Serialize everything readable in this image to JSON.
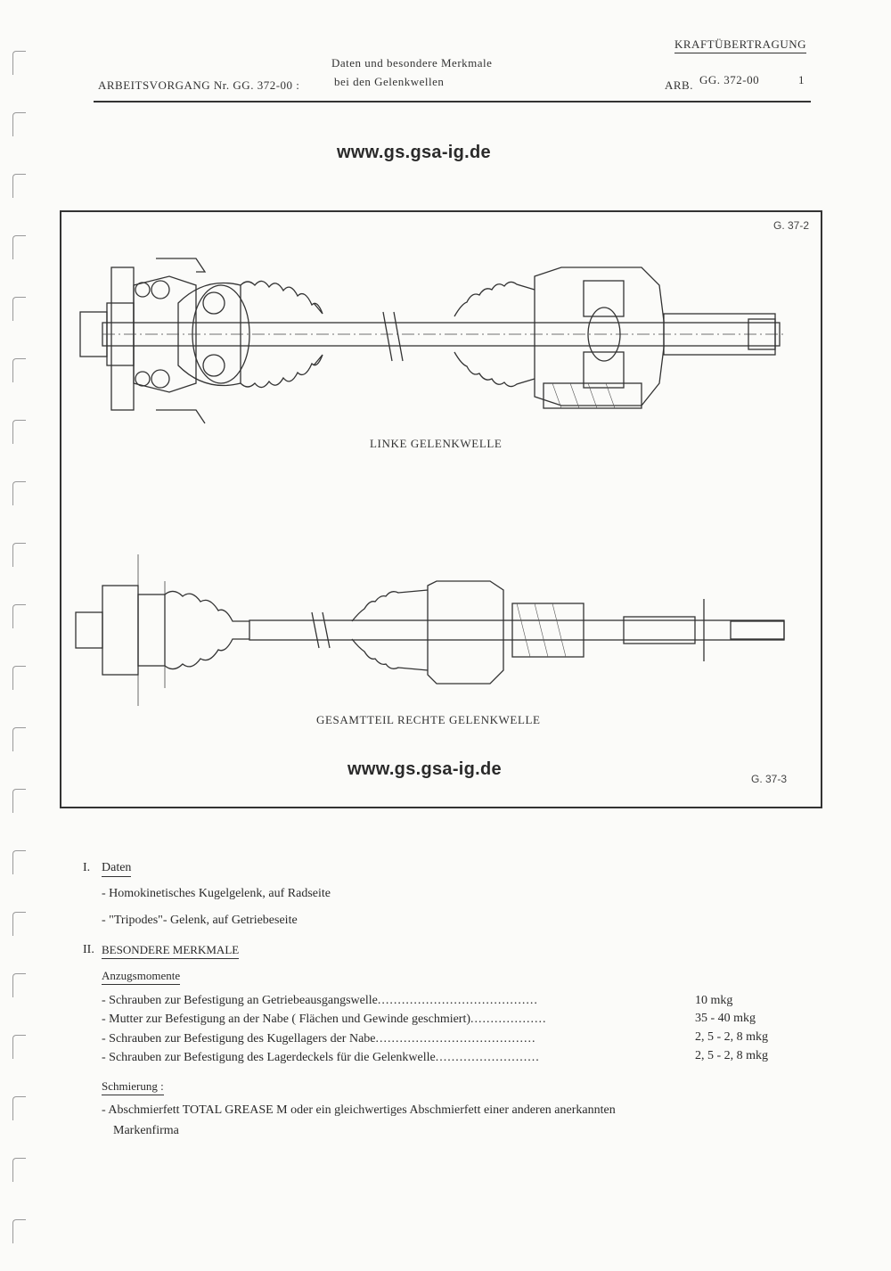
{
  "header": {
    "category": "KRAFTÜBERTRAGUNG",
    "title_line1": "Daten und besondere Merkmale",
    "title_line2": "bei den Gelenkwellen",
    "op_label": "ARBEITSVORGANG Nr. GG. 372-00 :",
    "arb_label": "ARB.",
    "arb_code": "GG. 372-00",
    "page_no": "1"
  },
  "watermark_top": "www.gs.gsa-ig.de",
  "watermark_bottom": "www.gs.gsa-ig.de",
  "figure": {
    "ref_top": "G. 37-2",
    "caption_top": "LINKE GELENKWELLE",
    "caption_bottom": "GESAMTTEIL RECHTE GELENKWELLE",
    "ref_bottom": "G. 37-3"
  },
  "section1": {
    "heading_num": "I.",
    "heading": "Daten",
    "items": [
      "- Homokinetisches Kugelgelenk, auf Radseite",
      "- \"Tripodes\"- Gelenk, auf Getriebeseite"
    ]
  },
  "section2": {
    "heading_num": "II.",
    "heading": "BESONDERE MERKMALE",
    "sub1": "Anzugsmomente",
    "torques": [
      {
        "label": "- Schrauben zur Befestigung an Getriebeausgangswelle",
        "value": "10 mkg"
      },
      {
        "label": "- Mutter zur Befestigung an der Nabe ( Flächen und Gewinde geschmiert)",
        "value": "35 - 40 mkg"
      },
      {
        "label": "- Schrauben zur Befestigung des Kugellagers der Nabe",
        "value": "2, 5 - 2, 8 mkg"
      },
      {
        "label": "- Schrauben zur Befestigung des Lagerdeckels für die Gelenkwelle",
        "value": "2, 5 - 2, 8 mkg"
      }
    ],
    "sub2": "Schmierung :",
    "lube_line1": "- Abschmierfett TOTAL GREASE M oder ein gleichwertiges Abschmierfett einer anderen anerkannten",
    "lube_line2": "Markenfirma"
  }
}
